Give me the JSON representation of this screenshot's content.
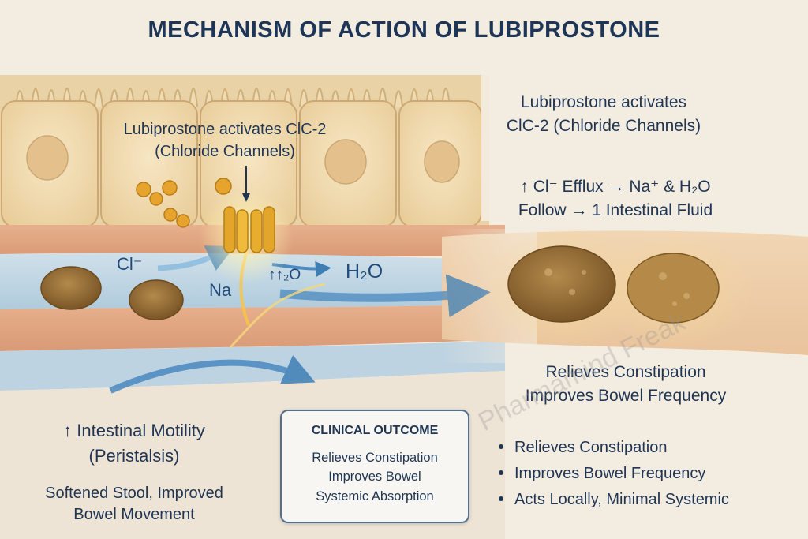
{
  "title": "MECHANISM OF ACTION OF LUBIPROSTONE",
  "cell_label": [
    "Lubiprostone activates ClC-2",
    "(Chloride Channels)"
  ],
  "right_label": [
    "Lubiprostone activates",
    "ClC-2 (Chloride Channels)"
  ],
  "efflux_label": [
    "↑ Cl⁻ Efflux → Na⁺ & H₂O",
    "Follow → 1 Intestinal Fluid"
  ],
  "ions": {
    "cl": "Cl⁻",
    "na": "Na",
    "h2o_small": "↑↑₂O",
    "h2o": "H₂O"
  },
  "relieves_label": [
    "Relieves Constipation",
    "Improves Bowel Frequency"
  ],
  "motility_label": [
    "↑ Intestinal Motility",
    "(Peristalsis)"
  ],
  "stool_label": [
    "Softened Stool, Improved",
    "Bowel Movement"
  ],
  "clinical_outcome": {
    "title": "CLINICAL OUTCOME",
    "lines": [
      "Relieves Constipation",
      "Improves Bowel",
      "Systemic Absorption"
    ]
  },
  "bullets": [
    "Relieves Constipation",
    "Improves Bowel Frequency",
    "Acts Locally, Minimal Systemic"
  ],
  "watermark": "Pharmamind Freak",
  "colors": {
    "text": "#1f3553",
    "arrow": "#3d7fb5",
    "channel": "#e3a62a",
    "stool": "#8a6430",
    "lumen": "#b9d3e3"
  }
}
